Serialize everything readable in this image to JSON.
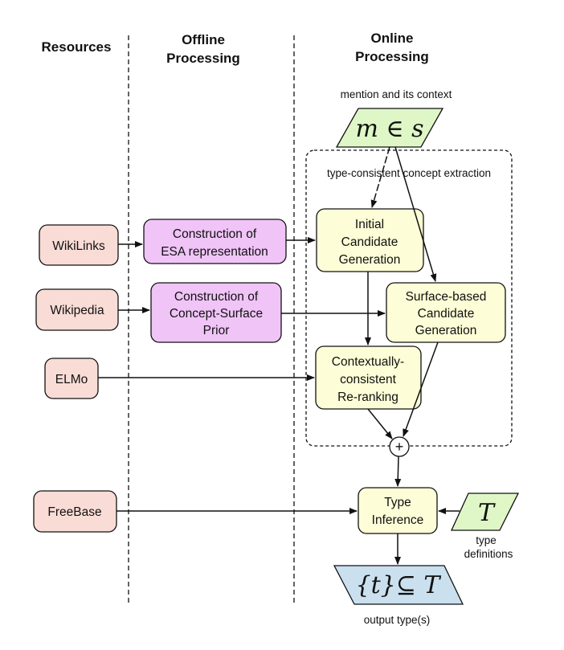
{
  "headers": {
    "resources": "Resources",
    "offline_line1": "Offline",
    "offline_line2": "Processing",
    "online_line1": "Online",
    "online_line2": "Processing"
  },
  "resources": {
    "wikilinks": "WikiLinks",
    "wikipedia": "Wikipedia",
    "elmo": "ELMo",
    "freebase": "FreeBase"
  },
  "offline": {
    "esa_line1": "Construction of",
    "esa_line2": "ESA representation",
    "prior_line1": "Construction of",
    "prior_line2": "Concept-Surface",
    "prior_line3": "Prior"
  },
  "online": {
    "mention_caption": "mention and its context",
    "mention_math": "m ∈ s",
    "extraction_label": "type-consistent concept extraction",
    "initial_line1": "Initial",
    "initial_line2": "Candidate",
    "initial_line3": "Generation",
    "surface_line1": "Surface-based",
    "surface_line2": "Candidate",
    "surface_line3": "Generation",
    "rerank_line1": "Contextually-",
    "rerank_line2": "consistent",
    "rerank_line3": "Re-ranking",
    "combine_symbol": "+",
    "type_inf_line1": "Type",
    "type_inf_line2": "Inference",
    "type_def_math": "T",
    "type_def_line1": "type",
    "type_def_line2": "definitions",
    "output_math": "{t}⊆ T",
    "output_caption": "output type(s)"
  },
  "colors": {
    "resource_fill": "#f9dcd6",
    "offline_fill": "#f0c4f7",
    "online_fill": "#fdfdd7",
    "input_fill": "#dff7c7",
    "output_fill": "#cbe0ef"
  }
}
